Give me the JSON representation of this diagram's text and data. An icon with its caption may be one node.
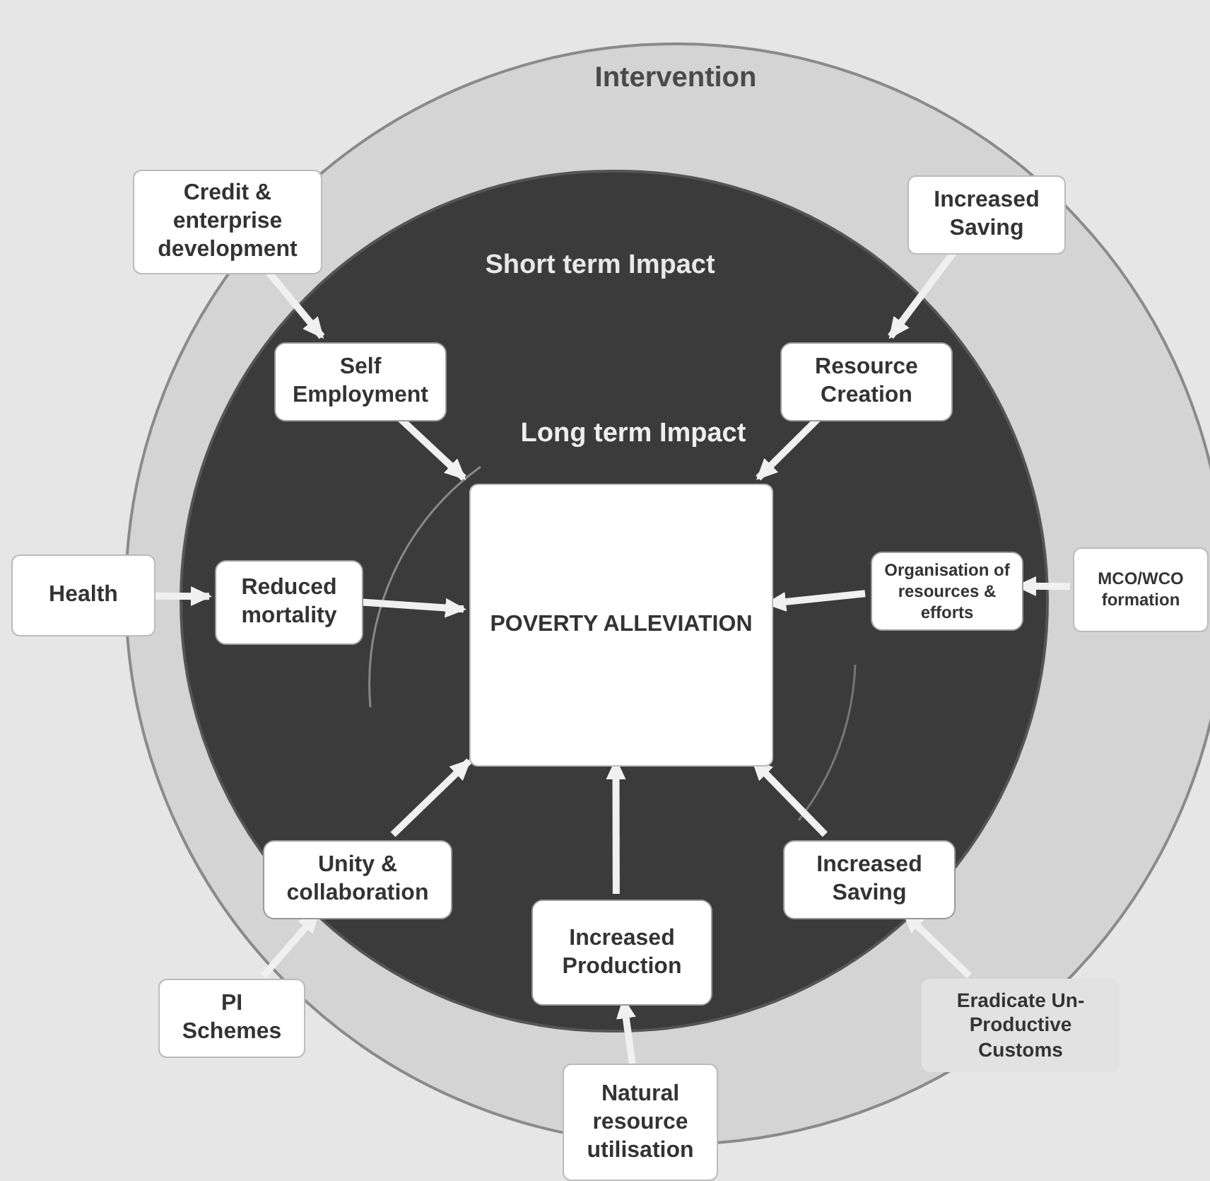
{
  "diagram": {
    "nodes": [
      {
        "text": [
          "Intervention"
        ]
      },
      {
        "text": [
          "Short term Impact"
        ],
        "in": 0
      },
      {
        "text": [
          "POVERTY ALLEVIATION"
        ],
        "in": 1
      },
      {
        "text": [
          "Self Employment"
        ],
        "in": 1
      },
      {
        "text": [
          "Resource Creation"
        ],
        "in": 1
      },
      {
        "text": [
          "Reduced mortality"
        ],
        "in": 1
      },
      {
        "text": [
          "Organisation of resources & efforts"
        ],
        "in": 1
      },
      {
        "text": [
          "Unity & collaboration"
        ],
        "in": 1
      },
      {
        "text": [
          "Increased Production"
        ],
        "in": 1
      },
      {
        "text": [
          "Increased Saving"
        ],
        "in": 1
      },
      {
        "text": [
          "Credit & enterprise development"
        ],
        "in": 0
      },
      {
        "text": [
          "Increased Saving"
        ],
        "in": 0
      },
      {
        "text": [
          "Health"
        ]
      },
      {
        "text": [
          "MCO/WCO formation"
        ],
        "in": 0
      },
      {
        "text": [
          "PI Schemes"
        ],
        "in": 0
      },
      {
        "text": [
          "Natural resource utilisation"
        ]
      },
      {
        "text": [
          "Eradicate Un-Productive Customs"
        ],
        "in": 0
      }
    ],
    "edges": [
      {
        "from": 10,
        "to": 3,
        "arrow": "to"
      },
      {
        "from": 11,
        "to": 4,
        "arrow": "to"
      },
      {
        "from": 12,
        "to": 5,
        "arrow": "to"
      },
      {
        "from": 13,
        "to": 6,
        "arrow": "to"
      },
      {
        "from": 14,
        "to": 7,
        "arrow": "to"
      },
      {
        "from": 15,
        "to": 8,
        "arrow": "to"
      },
      {
        "from": 16,
        "to": 9,
        "arrow": "to"
      },
      {
        "from": 3,
        "to": 2,
        "arrow": "to"
      },
      {
        "from": 4,
        "to": 2,
        "arrow": "to"
      },
      {
        "from": 5,
        "to": 2,
        "arrow": "to"
      },
      {
        "from": 6,
        "to": 2,
        "arrow": "to"
      },
      {
        "from": 7,
        "to": 2,
        "arrow": "to"
      },
      {
        "from": 8,
        "to": 2,
        "arrow": "to"
      },
      {
        "from": 9,
        "to": 2,
        "arrow": "to"
      }
    ],
    "labels": [
      "Long term Impact"
    ]
  }
}
